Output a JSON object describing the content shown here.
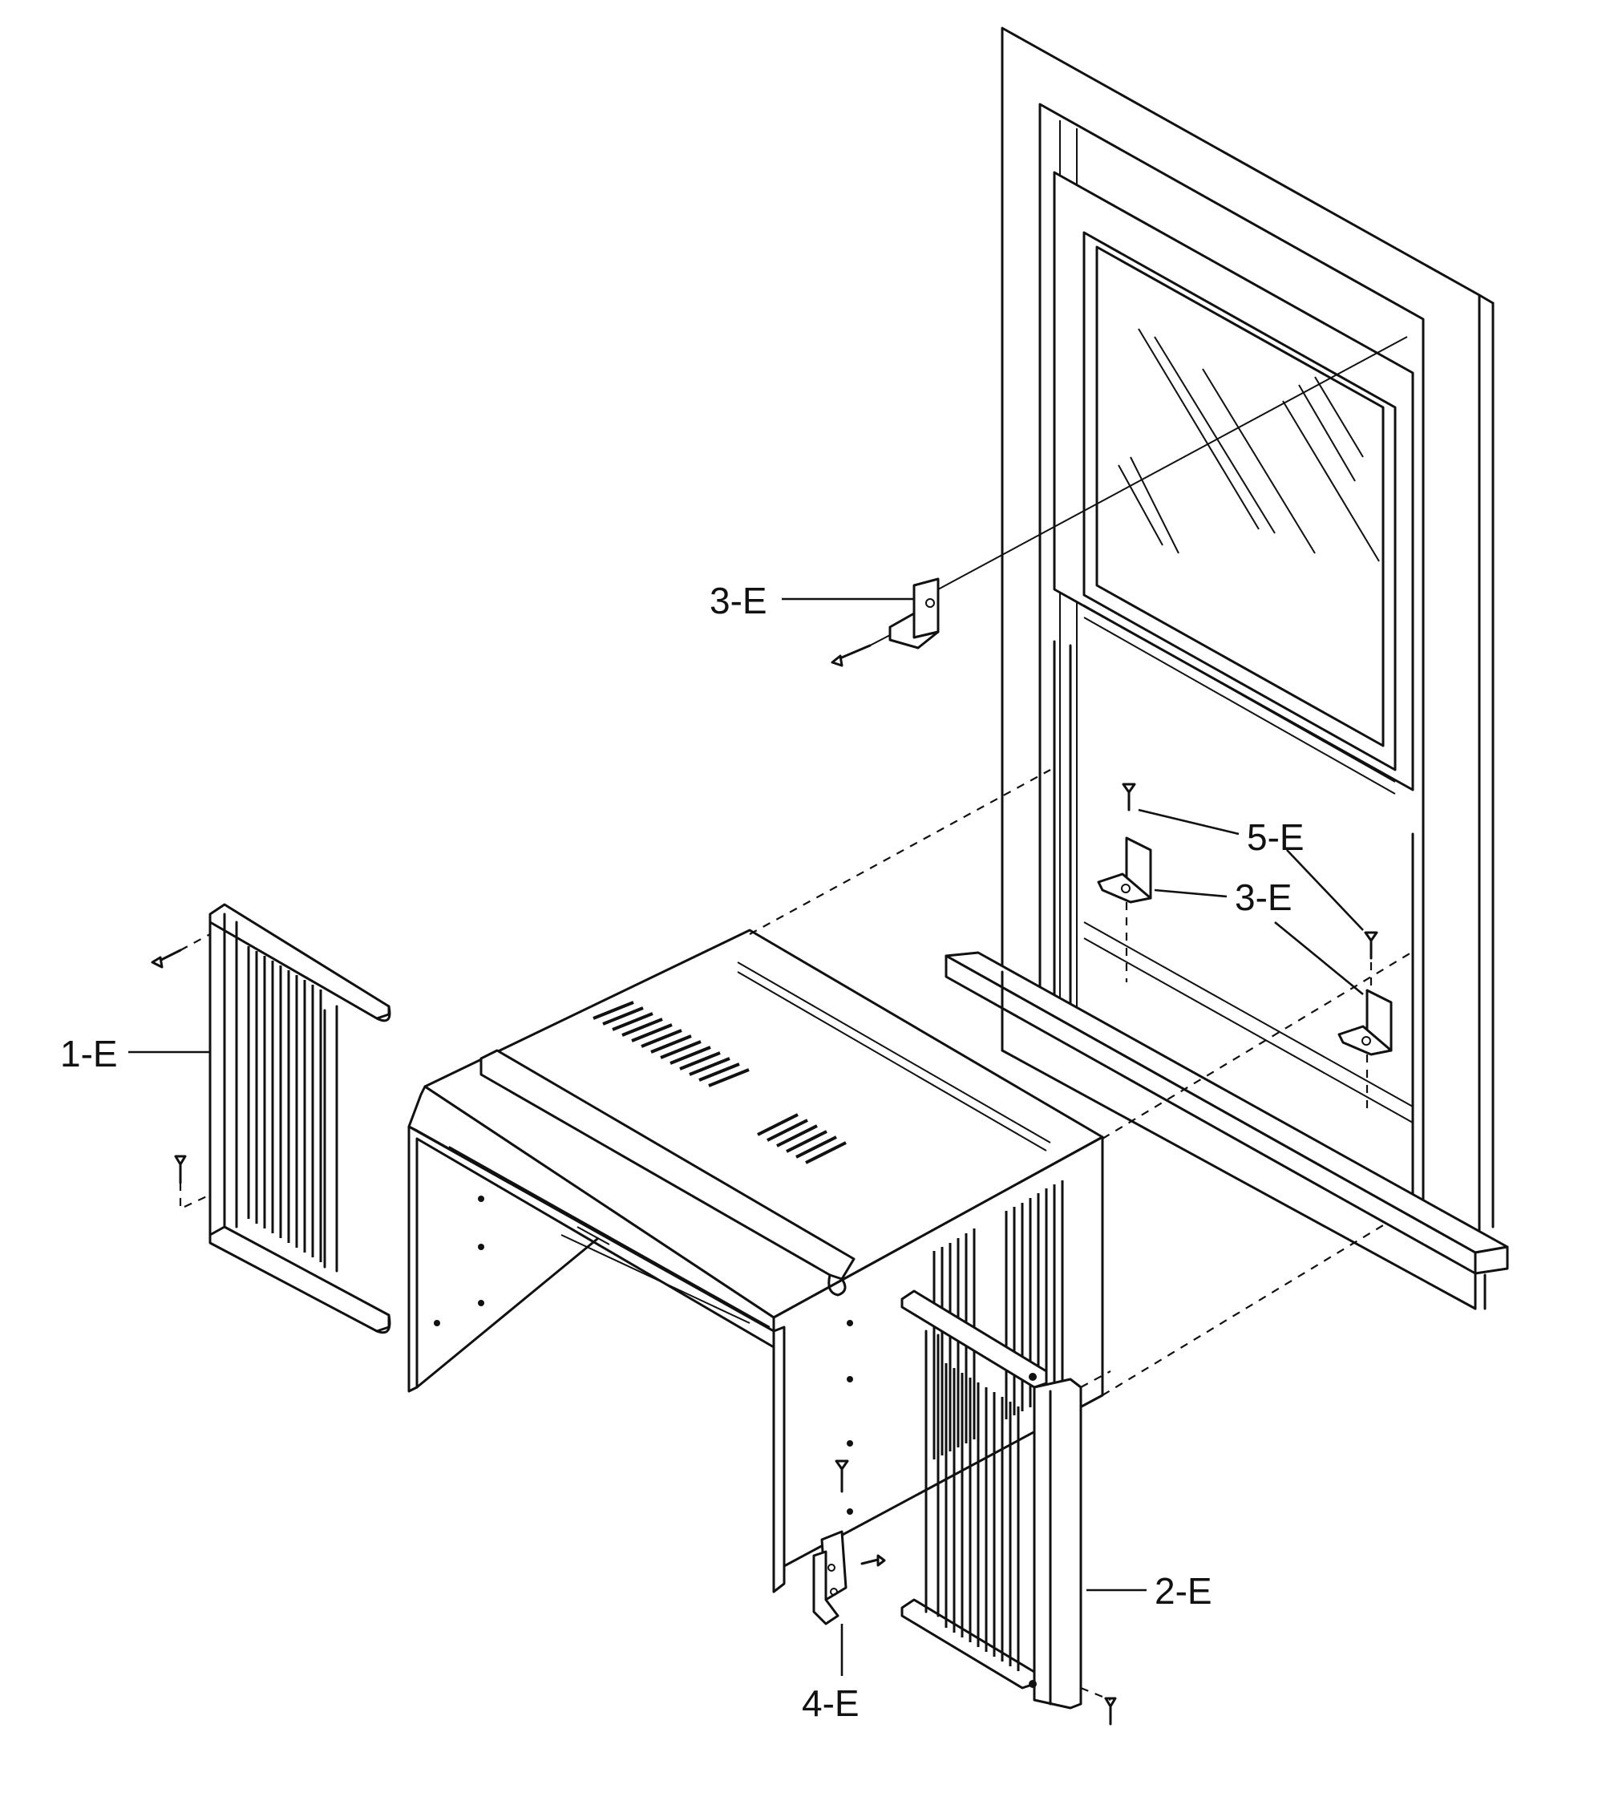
{
  "callouts": {
    "part_1": "1-E",
    "part_2": "2-E",
    "part_3_upper": "3-E",
    "part_3_lower": "3-E",
    "part_4": "4-E",
    "part_5": "5-E"
  },
  "colors": {
    "line": "#111111",
    "background": "#ffffff"
  }
}
